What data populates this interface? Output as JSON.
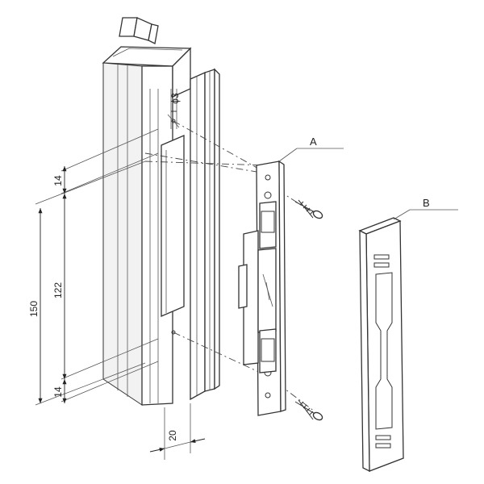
{
  "callouts": {
    "a": "A",
    "b": "B"
  },
  "dimensions": {
    "d150": "150",
    "d122": "122",
    "d14_top": "14",
    "d14_bottom": "14",
    "d20": "20",
    "dia3": "ϕ3"
  },
  "colors": {
    "line": "#333333",
    "background": "#ffffff"
  }
}
